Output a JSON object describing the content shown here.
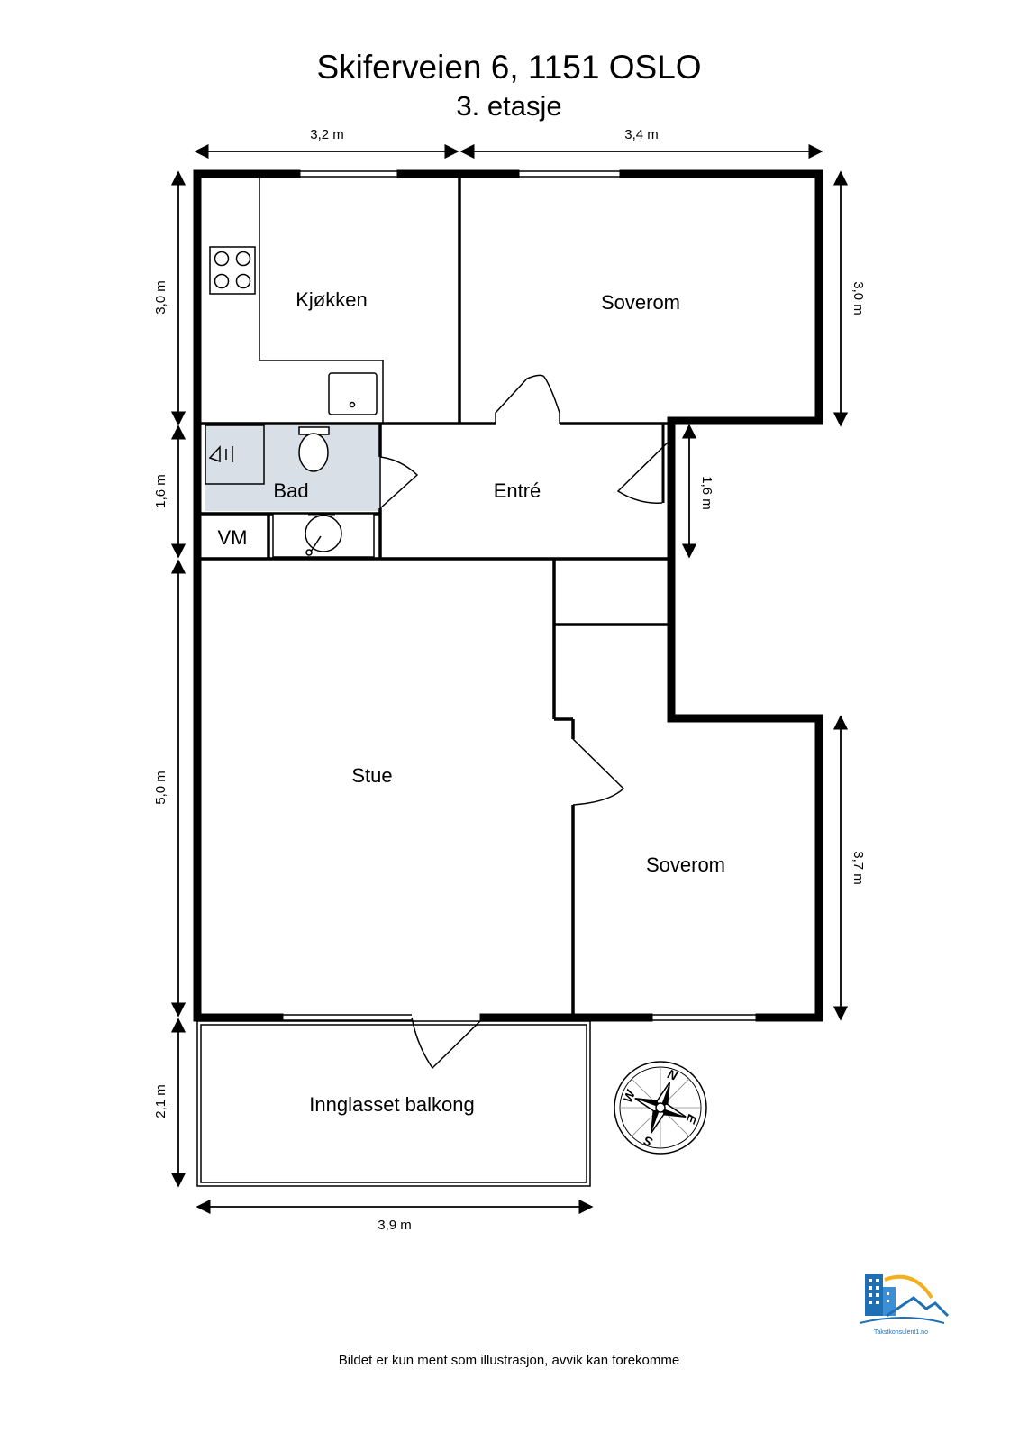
{
  "header": {
    "title": "Skiferveien 6, 1151 OSLO",
    "floor": "3. etasje"
  },
  "rooms": {
    "kitchen": "Kjøkken",
    "bedroom_top": "Soverom",
    "bath": "Bad",
    "water_heater": "VM",
    "entry": "Entré",
    "living": "Stue",
    "bedroom_bottom": "Soverom",
    "balcony": "Innglasset balkong"
  },
  "dimensions": {
    "top_left": "3,2 m",
    "top_right": "3,4 m",
    "left_kitchen": "3,0 m",
    "left_bath": "1,6 m",
    "left_living": "5,0 m",
    "left_balcony": "2,1 m",
    "right_bedroom_top": "3,0 m",
    "right_entry": "1,6 m",
    "right_bedroom_bottom": "3,7 m",
    "bottom_balcony": "3,9 m"
  },
  "compass": {
    "n": "N",
    "e": "E",
    "s": "S",
    "w": "W"
  },
  "logo": {
    "text": "Takstkonsulent1.no"
  },
  "footer": {
    "disclaimer": "Bildet er kun ment som illustrasjon, avvik kan forekomme"
  },
  "colors": {
    "wall": "#000000",
    "bath_fill": "#d9dfe7",
    "logo_blue": "#1f6fb5",
    "logo_sun": "#f2b01e"
  }
}
